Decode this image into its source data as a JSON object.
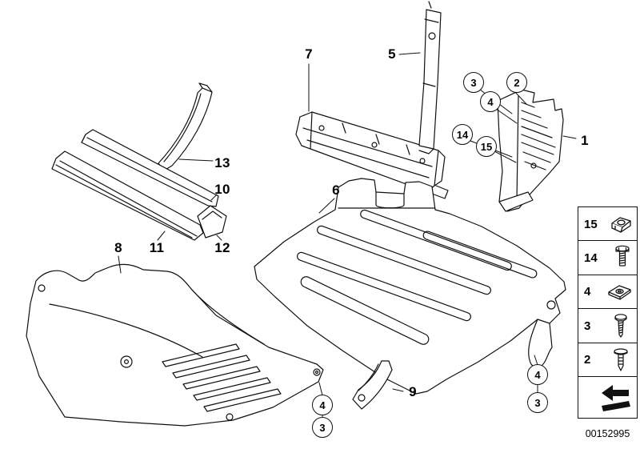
{
  "colors": {
    "background": "#ffffff",
    "line": "#111111"
  },
  "diagram_id": "00152995",
  "callouts": {
    "plain": [
      {
        "label": "7"
      },
      {
        "label": "5"
      },
      {
        "label": "1"
      },
      {
        "label": "13"
      },
      {
        "label": "10"
      },
      {
        "label": "11"
      },
      {
        "label": "12"
      },
      {
        "label": "8"
      },
      {
        "label": "6"
      },
      {
        "label": "9"
      }
    ],
    "circled": [
      {
        "label": "3"
      },
      {
        "label": "2"
      },
      {
        "label": "4"
      },
      {
        "label": "14"
      },
      {
        "label": "15"
      },
      {
        "label": "4"
      },
      {
        "label": "3"
      },
      {
        "label": "4"
      },
      {
        "label": "3"
      }
    ]
  },
  "legend": {
    "items": [
      {
        "number": "15",
        "icon": "cage-nut-clip-icon"
      },
      {
        "number": "14",
        "icon": "hex-bolt-icon"
      },
      {
        "number": "4",
        "icon": "speed-nut-clip-icon"
      },
      {
        "number": "3",
        "icon": "tapping-screw-icon"
      },
      {
        "number": "2",
        "icon": "push-rivet-icon"
      }
    ],
    "direction_symbol": "front-direction-arrow-icon"
  }
}
